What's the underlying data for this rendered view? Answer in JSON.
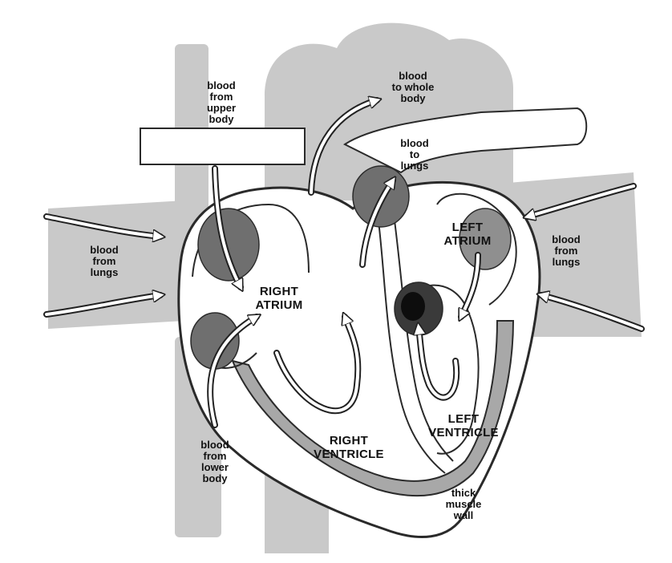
{
  "labels": {
    "upper_body": "blood\nfrom\nupper\nbody",
    "whole_body": "blood\nto whole\nbody",
    "to_lungs": "blood\nto\nlungs",
    "lungs_left": "blood\nfrom\nlungs",
    "lungs_right": "blood\nfrom\nlungs",
    "right_atrium": "RIGHT\nATRIUM",
    "left_atrium": "LEFT\nATRIUM",
    "left_ventricle": "LEFT\nVENTRICLE",
    "right_ventricle": "RIGHT\nVENTRICLE",
    "lower_body": "blood\nfrom\nlower\nbody",
    "muscle_wall": "thick\nmuscle\nwall"
  },
  "colors": {
    "vessel": "#c9c9c9",
    "outline": "#2a2a2a",
    "valve": "#6f6f6f",
    "valve_dark": "#3a3a3a",
    "valve_black": "#0d0d0d",
    "muscle": "#a8a8a8"
  }
}
